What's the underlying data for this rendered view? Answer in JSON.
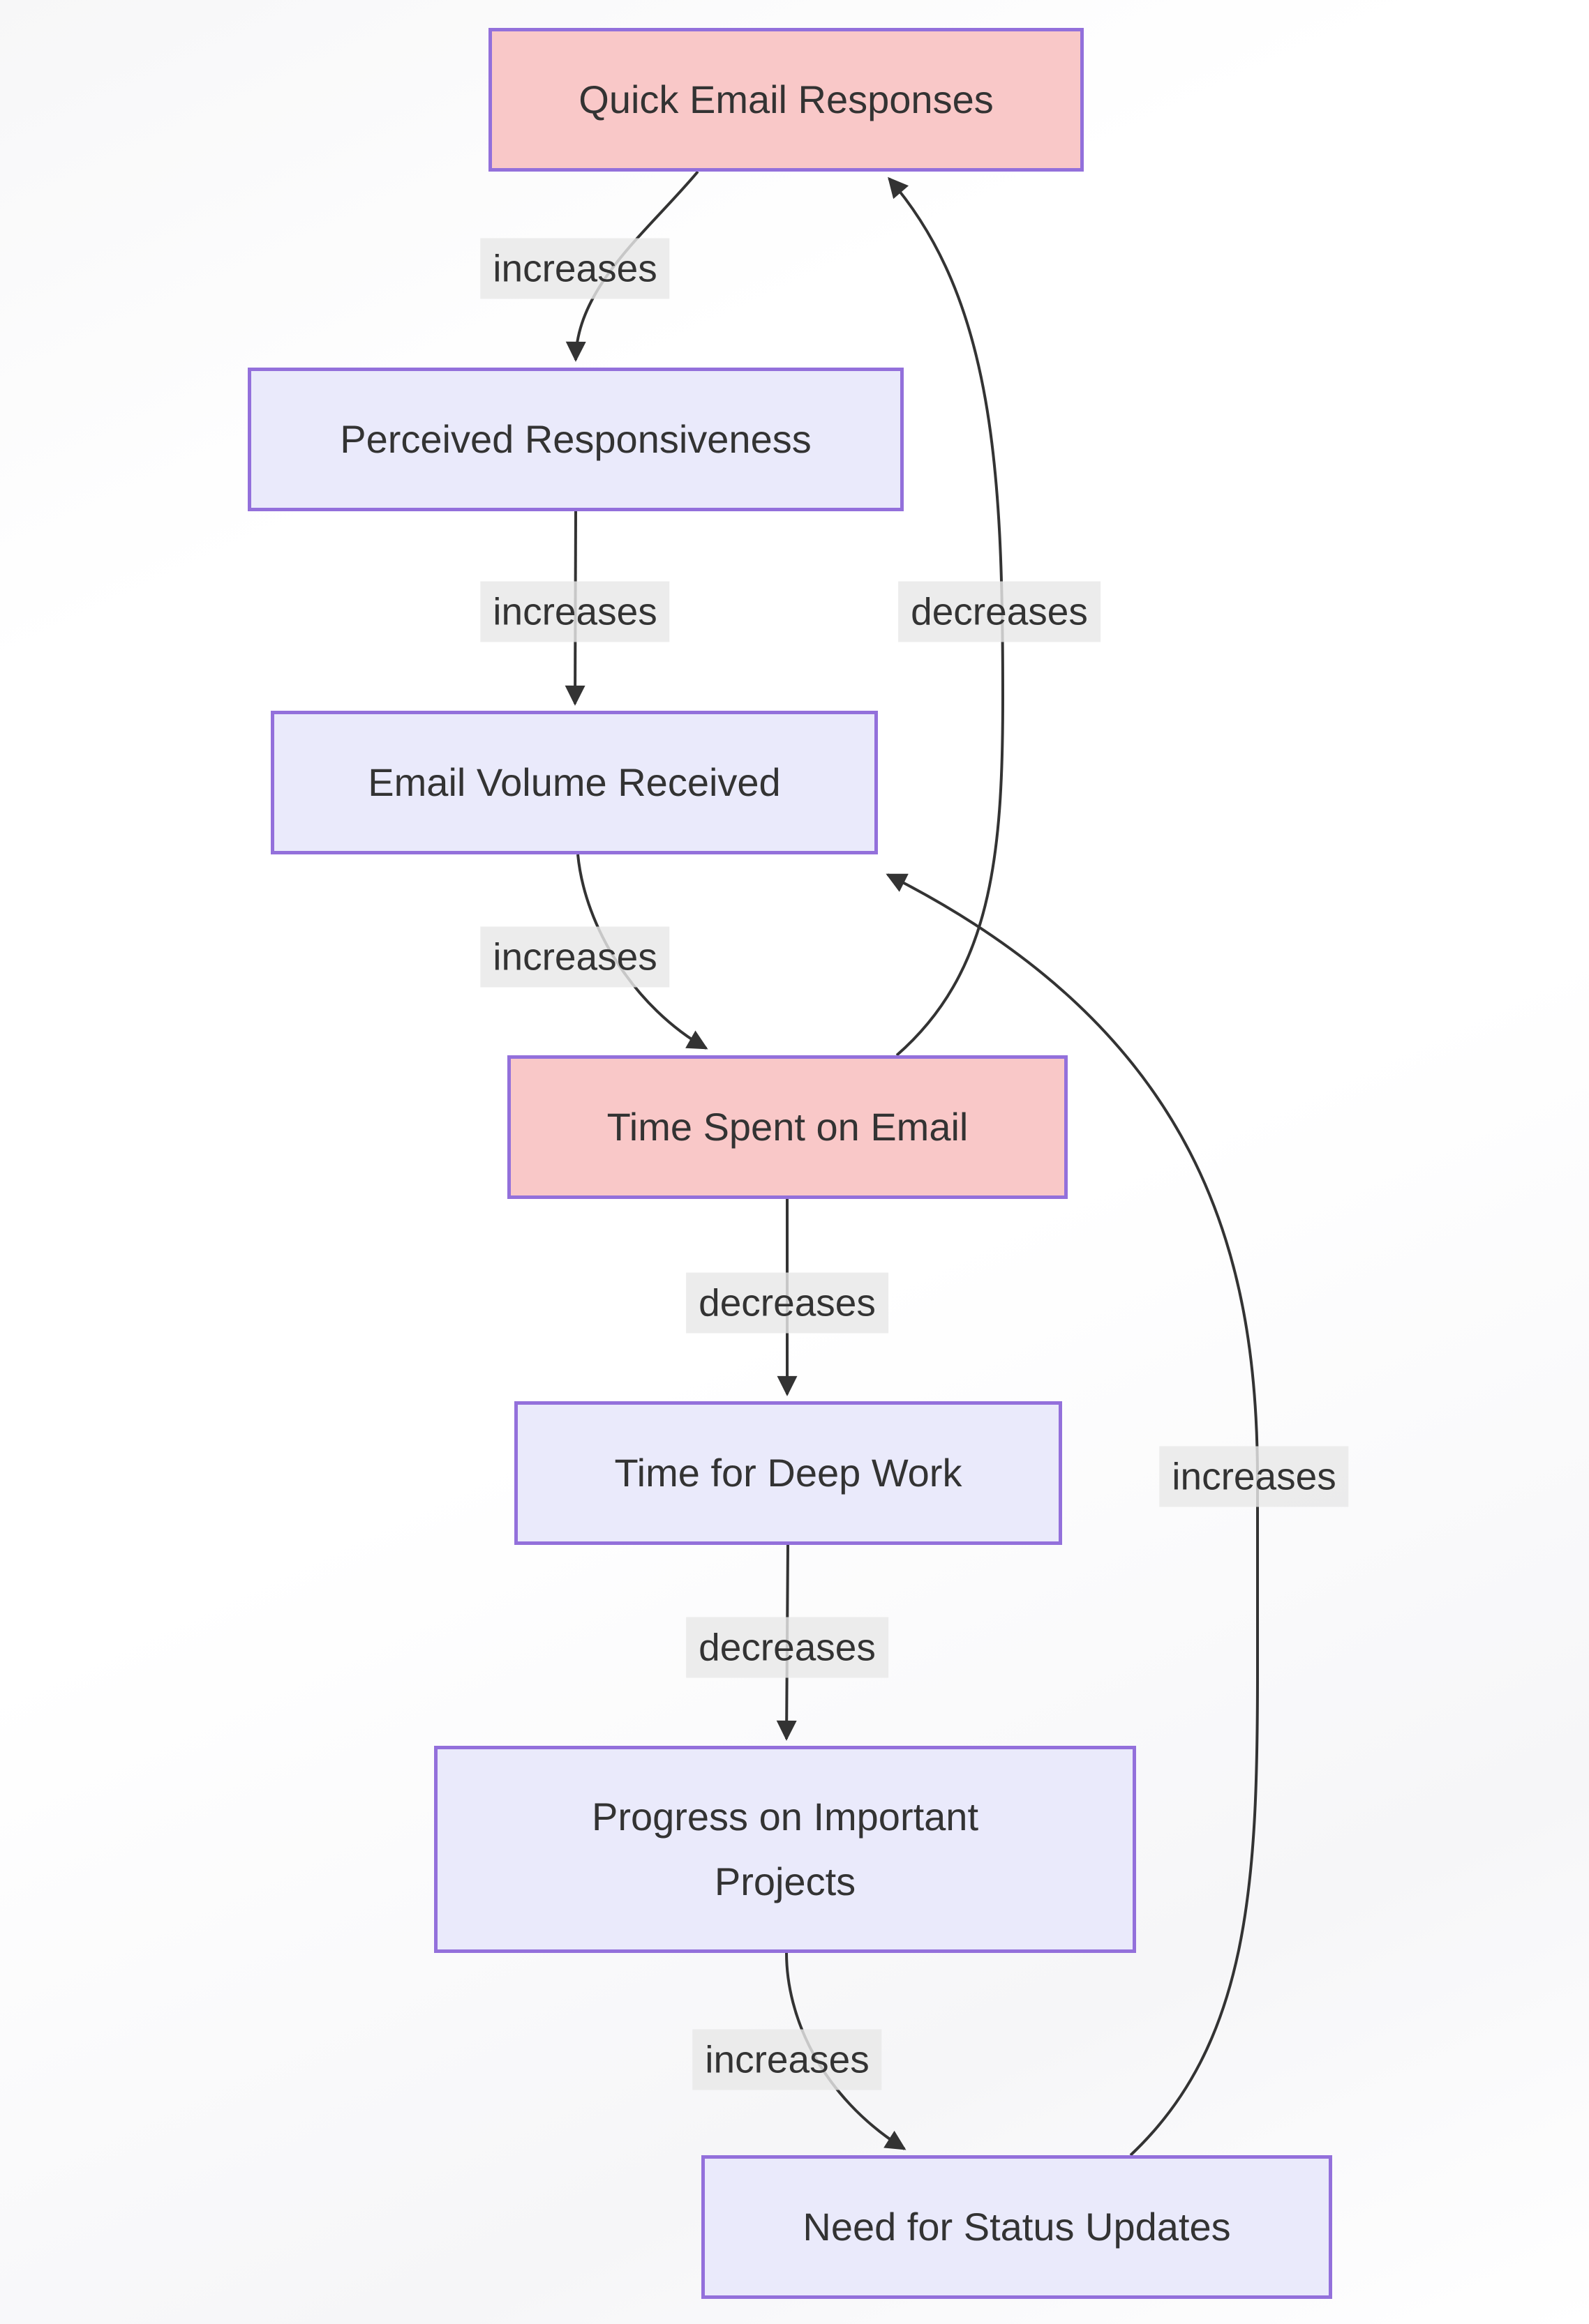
{
  "diagram": {
    "type": "flowchart",
    "direction": "top-down",
    "colors": {
      "background": "#ffffff",
      "node_fill_highlight": "#f9c8c8",
      "node_fill_default": "#eaeafb",
      "node_border": "#9370db",
      "node_text": "#333333",
      "edge_stroke": "#333333",
      "edge_label_background": "#e8e8e8",
      "edge_label_text": "#333333"
    },
    "nodes": [
      {
        "id": "quick-email-responses",
        "label": "Quick Email Responses",
        "variant": "pink"
      },
      {
        "id": "perceived-responsiveness",
        "label": "Perceived Responsiveness",
        "variant": "lavender"
      },
      {
        "id": "email-volume-received",
        "label": "Email Volume Received",
        "variant": "lavender"
      },
      {
        "id": "time-spent-on-email",
        "label": "Time Spent on Email",
        "variant": "pink"
      },
      {
        "id": "time-for-deep-work",
        "label": "Time for Deep Work",
        "variant": "lavender"
      },
      {
        "id": "progress-on-important-projects",
        "label": "Progress on Important Projects",
        "variant": "lavender"
      },
      {
        "id": "need-for-status-updates",
        "label": "Need for Status Updates",
        "variant": "lavender"
      }
    ],
    "edges": [
      {
        "from": "Quick Email Responses",
        "to": "Perceived Responsiveness",
        "label": "increases"
      },
      {
        "from": "Perceived Responsiveness",
        "to": "Email Volume Received",
        "label": "increases"
      },
      {
        "from": "Email Volume Received",
        "to": "Time Spent on Email",
        "label": "increases"
      },
      {
        "from": "Time Spent on Email",
        "to": "Quick Email Responses",
        "label": "decreases"
      },
      {
        "from": "Time Spent on Email",
        "to": "Time for Deep Work",
        "label": "decreases"
      },
      {
        "from": "Time for Deep Work",
        "to": "Progress on Important Projects",
        "label": "decreases"
      },
      {
        "from": "Progress on Important Projects",
        "to": "Need for Status Updates",
        "label": "increases"
      },
      {
        "from": "Need for Status Updates",
        "to": "Email Volume Received",
        "label": "increases"
      }
    ]
  }
}
